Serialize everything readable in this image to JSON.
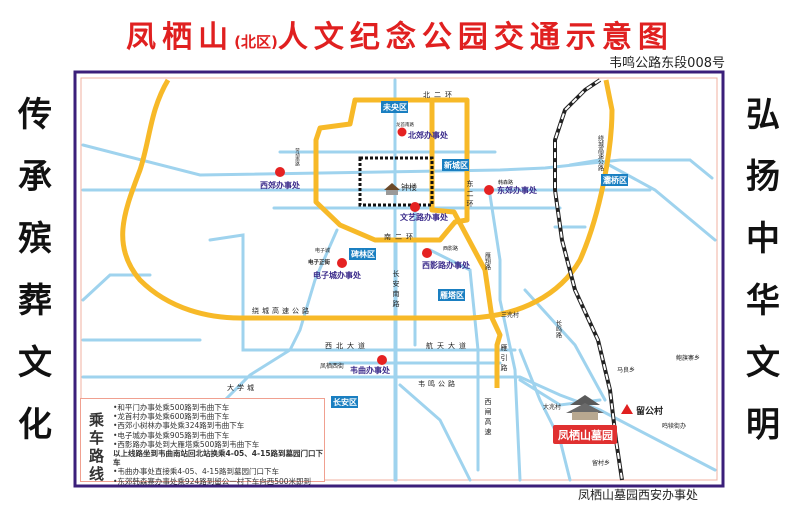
{
  "title": {
    "main_a": "凤栖山",
    "main_sub": "(北区)",
    "main_b": "人文纪念公园交通示意图"
  },
  "address": "韦鸣公路东段008号",
  "left_slogan": [
    "传",
    "承",
    "殡",
    "葬",
    "文",
    "化"
  ],
  "right_slogan": [
    "弘",
    "扬",
    "中",
    "华",
    "文",
    "明"
  ],
  "footer": "凤栖山墓园西安办事处",
  "colors": {
    "title": "#e02020",
    "ring_road": "#f7b928",
    "road": "#9fd3ee",
    "district_badge": "#1a7fc1",
    "office_text": "#3a2a8a",
    "office_dot": "#e52222",
    "frame": "#3b1f7a",
    "cemetery_badge": "#e03030"
  },
  "districts": [
    "未央区",
    "新城区",
    "灞桥区",
    "碑林区",
    "雁塔区",
    "长安区"
  ],
  "offices": [
    "北郊办事处",
    "西郊办事处",
    "东郊办事处",
    "文艺路办事处",
    "西影路办事处",
    "电子城办事处",
    "韦曲办事处"
  ],
  "landmarks": {
    "bell_tower": "钟楼",
    "cemetery": "凤栖山墓园",
    "village": "留公村"
  },
  "roads": {
    "north_2nd_ring": "北二环",
    "east_2nd_ring": "东二环",
    "south_2nd_ring": "南二环",
    "ring_expressway": "绕城高速公路",
    "changan_south": "长安南路",
    "yanxiang": "雁翔路",
    "xibei": "西北大道",
    "hangtian": "航天大道",
    "fengqi_west": "凤栖西街",
    "weiming": "韦鸣公路",
    "yanyin": "雁引路",
    "xizha": "西闸高速",
    "changming": "长鸣路",
    "hansen": "韩森路",
    "xiying": "西影路",
    "dianzicheng": "电子城",
    "dianzi_zhengjie": "电子正街",
    "longshou": "龙首南路",
    "laodong": "劳动南路"
  },
  "places": {
    "university_town": "大学城",
    "sanzhao": "三兆村",
    "dazhao": "大兆村",
    "malang": "马良乡",
    "baoqizhai": "鲍旗寨乡",
    "mingdu": "鸣犊街办",
    "liucun": "留村乡"
  },
  "legend": {
    "title": [
      "乘",
      "车",
      "路",
      "线"
    ],
    "items": [
      "•和平门办事处乘500路到韦曲下车",
      "•龙首村办事处乘600路到韦曲下车",
      "•西郊小树林办事处乘324路到韦曲下车",
      "•电子城办事处乘905路到韦曲下车",
      "•西影路办事处到大雁塔乘500路到韦曲下车",
      "以上线路坐到韦曲南站回北站换乘4-05、4-15路到墓园门口下车",
      "•韦曲办事处直接乘4-05、4-15路到墓园门口下车",
      "•东郊韩森寨办事处乘924路到留公一村下车向西500米即到"
    ]
  }
}
